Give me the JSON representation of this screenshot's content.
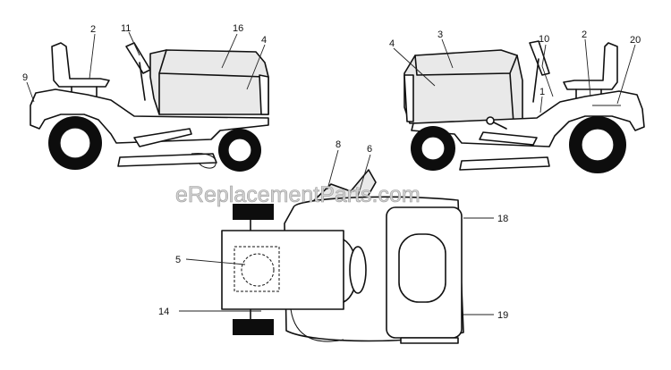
{
  "watermark": "eReplacementParts.com",
  "callouts": {
    "c1": "1",
    "c2a": "2",
    "c2b": "2",
    "c3": "3",
    "c4a": "4",
    "c4b": "4",
    "c5": "5",
    "c6": "6",
    "c8": "8",
    "c9": "9",
    "c10": "10",
    "c11": "11",
    "c14": "14",
    "c16": "16",
    "c18": "18",
    "c19": "19",
    "c20": "20"
  }
}
